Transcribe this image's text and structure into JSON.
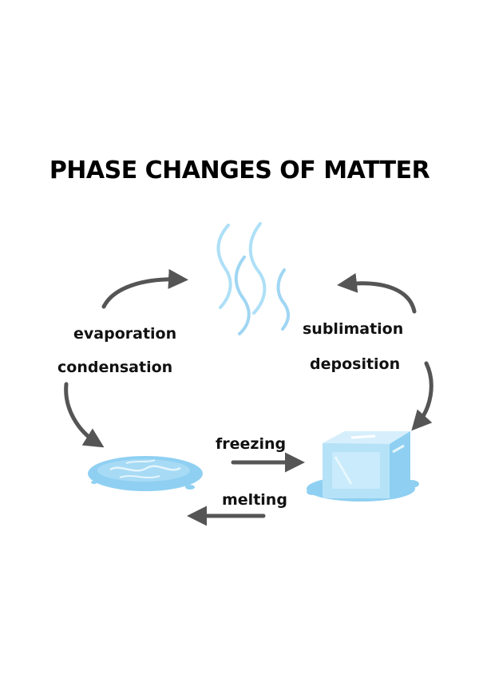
{
  "title": "PHASE CHANGES OF MATTER",
  "labels": {
    "evaporation": "evaporation",
    "condensation": "condensation",
    "sublimation": "sublimation",
    "deposition": "deposition",
    "freezing": "freezing",
    "melting": "melting"
  },
  "icons": {
    "gas": "vapor-icon",
    "liquid": "water-puddle-icon",
    "solid": "ice-cube-icon"
  },
  "colors": {
    "water": "#8fd0f2",
    "water_light": "#cbe9fb",
    "arrow": "#555555",
    "title": "#000000"
  }
}
